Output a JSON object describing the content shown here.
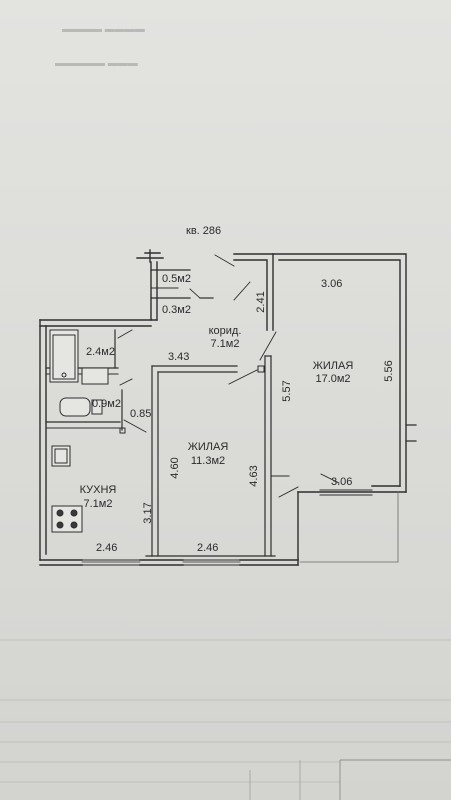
{
  "apartment_label": "кв. 286",
  "rooms": {
    "vestibule": {
      "area": "0.5м2"
    },
    "closet": {
      "area": "0.3м2"
    },
    "bath": {
      "area": "2.4м2"
    },
    "toilet": {
      "area": "0.9м2"
    },
    "corridor": {
      "name": "корид.",
      "area": "7.1м2"
    },
    "living_large": {
      "name": "ЖИЛАЯ",
      "area": "17.0м2"
    },
    "living_small": {
      "name": "ЖИЛАЯ",
      "area": "11.3м2"
    },
    "kitchen": {
      "name": "КУХНЯ",
      "area": "7.1м2"
    }
  },
  "dimensions": {
    "d241": "2.41",
    "d306_top": "3.06",
    "d343": "3.43",
    "d557": "5.57",
    "d556": "5.56",
    "d085": "0.85",
    "d460": "4.60",
    "d463": "4.63",
    "d317": "3.17",
    "d306_balcony": "3.06",
    "d246_kitchen": "2.46",
    "d246_room": "2.46"
  },
  "colors": {
    "line": "#2e2e2e",
    "paper": "#dcdcd9",
    "text": "#2b2b2b"
  }
}
